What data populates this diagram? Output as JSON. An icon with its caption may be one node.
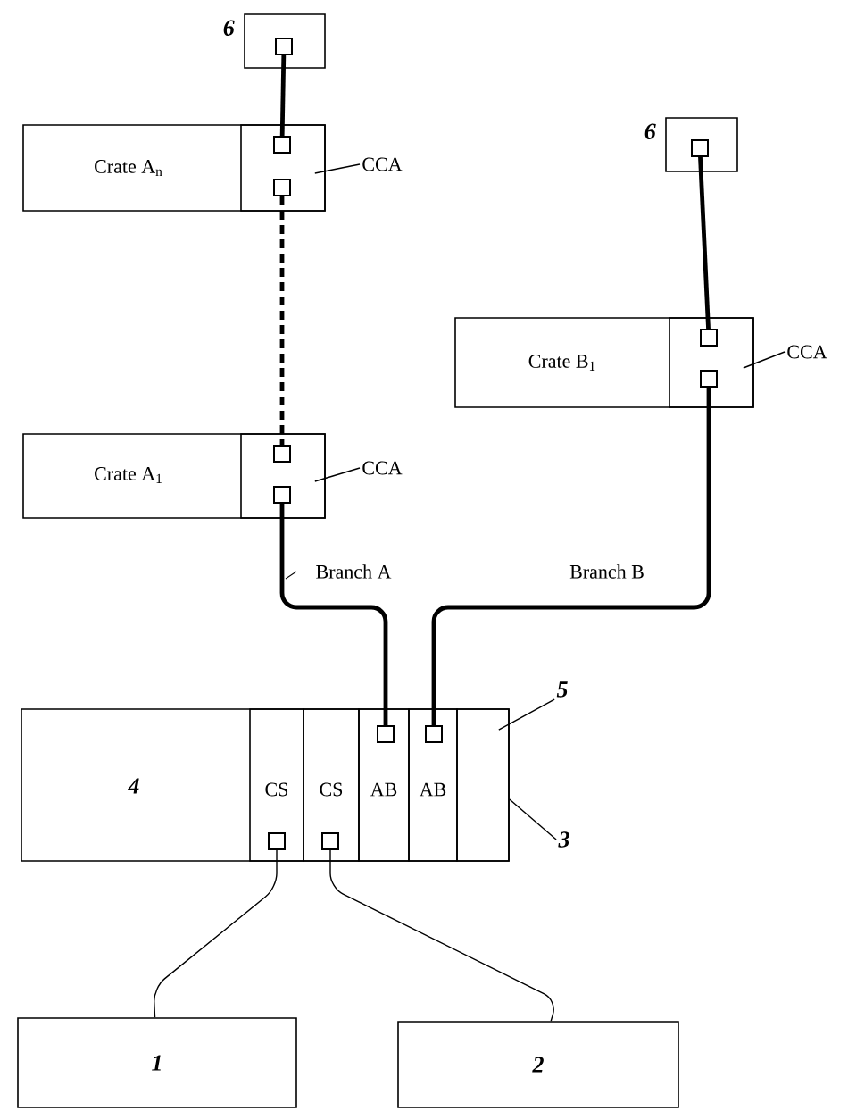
{
  "diagram": {
    "nodes": [
      {
        "text": [],
        "shape": "box",
        "beside": [
          "6"
        ]
      },
      {
        "text": [],
        "shape": "box",
        "in": 0
      },
      {
        "text": [
          "Crate A$_{n}$"
        ]
      },
      {
        "text": [],
        "shape": "box",
        "in": 2
      },
      {
        "text": [],
        "shape": "box",
        "in": 3
      },
      {
        "text": [],
        "shape": "box",
        "in": 3
      },
      {
        "text": [
          "CCA"
        ]
      },
      {
        "text": [
          "Crate A$_{1}$"
        ]
      },
      {
        "text": [],
        "shape": "box",
        "in": 7
      },
      {
        "text": [],
        "shape": "box",
        "in": 8
      },
      {
        "text": [],
        "shape": "box",
        "in": 8
      },
      {
        "text": [
          "CCA"
        ]
      },
      {
        "text": [],
        "shape": "box",
        "beside": [
          "6"
        ]
      },
      {
        "text": [],
        "shape": "box",
        "in": 12
      },
      {
        "text": [
          "Crate B$_{1}$"
        ]
      },
      {
        "text": [],
        "shape": "box",
        "in": 14
      },
      {
        "text": [],
        "shape": "box",
        "in": 15
      },
      {
        "text": [],
        "shape": "box",
        "in": 15
      },
      {
        "text": [
          "CCA"
        ]
      },
      {
        "text": [
          "4"
        ]
      },
      {
        "text": [
          "CS"
        ],
        "in": 19
      },
      {
        "text": [
          "CS"
        ],
        "in": 19
      },
      {
        "text": [
          "AB"
        ],
        "in": 19
      },
      {
        "text": [
          "AB"
        ],
        "in": 19
      },
      {
        "text": [],
        "shape": "box",
        "in": 19
      },
      {
        "text": [
          "5"
        ]
      },
      {
        "text": [
          "3"
        ]
      },
      {
        "text": [],
        "shape": "box",
        "in": 20
      },
      {
        "text": [],
        "shape": "box",
        "in": 21
      },
      {
        "text": [],
        "shape": "box",
        "in": 22
      },
      {
        "text": [],
        "shape": "box",
        "in": 23
      },
      {
        "text": [
          "1"
        ]
      },
      {
        "text": [
          "2"
        ]
      }
    ],
    "edges": [
      {
        "from": 1,
        "to": 4,
        "arrow": "none",
        "style": "thick"
      },
      {
        "from": 5,
        "to": 9,
        "arrow": "none",
        "style": "dashed"
      },
      {
        "from": 10,
        "to": 29,
        "arrow": "none",
        "style": "thick",
        "label": "Branch A"
      },
      {
        "from": 13,
        "to": 16,
        "arrow": "none",
        "style": "thick"
      },
      {
        "from": 17,
        "to": 30,
        "arrow": "none",
        "style": "thick",
        "label": "Branch B"
      },
      {
        "from": 27,
        "to": 31,
        "arrow": "none"
      },
      {
        "from": 28,
        "to": 32,
        "arrow": "none"
      },
      {
        "from": 6,
        "to": 3,
        "arrow": "none"
      },
      {
        "from": 11,
        "to": 8,
        "arrow": "none"
      },
      {
        "from": 18,
        "to": 15,
        "arrow": "none"
      },
      {
        "from": 25,
        "to": 24,
        "arrow": "none"
      },
      {
        "from": 26,
        "to": 19,
        "arrow": "none"
      }
    ]
  }
}
